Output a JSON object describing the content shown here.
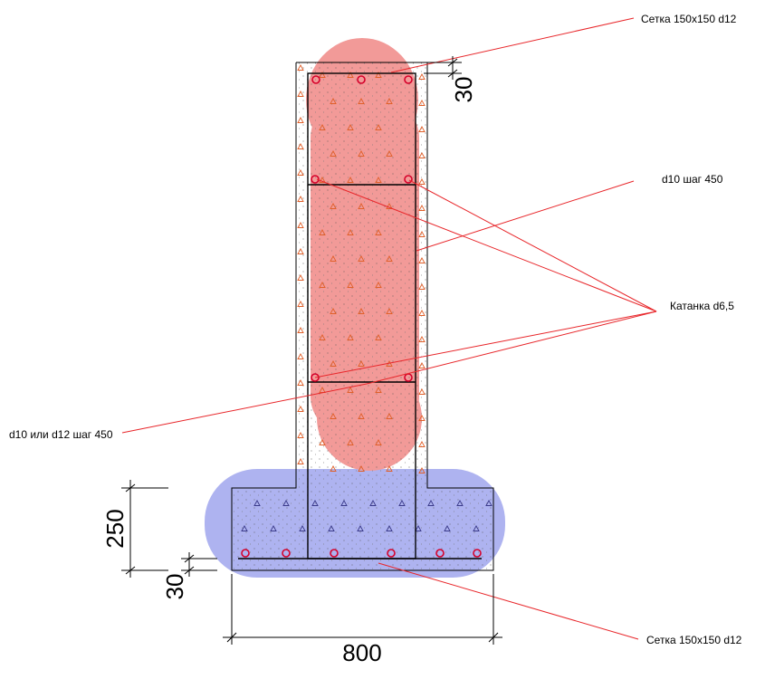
{
  "colors": {
    "wall_highlight": "#f29a98",
    "footing_highlight": "#aeb3f0",
    "leader": "#e8262a",
    "rebar": "#d6002a",
    "outline": "#000000",
    "aggregate_wall": "#e0602a",
    "aggregate_footing": "#3a3a8a"
  },
  "labels": {
    "mesh_top": "Сетка 150х150 d12",
    "bar_d10": "d10 шаг 450",
    "wire_rod": "Катанка d6,5",
    "bar_d10_d12": "d10 или d12 шаг 450",
    "mesh_bottom": "Сетка 150х150 d12"
  },
  "dimensions": {
    "top_cover": "30",
    "footing_height": "250",
    "bottom_cover": "30",
    "footing_width": "800"
  }
}
